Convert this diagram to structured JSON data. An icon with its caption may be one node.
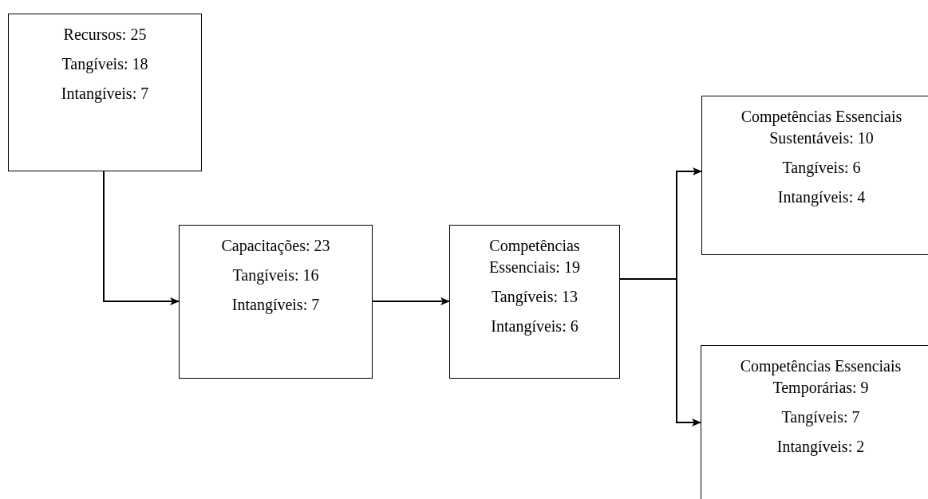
{
  "diagram": {
    "nodes": [
      {
        "text": [
          "Recursos: 25",
          "Tangíveis: 18",
          "Intangíveis: 7"
        ]
      },
      {
        "text": [
          "Capacitações: 23",
          "Tangíveis: 16",
          "Intangíveis: 7"
        ]
      },
      {
        "text": [
          "Competências Essenciais: 19",
          "Tangíveis: 13",
          "Intangíveis: 6"
        ]
      },
      {
        "text": [
          "Competências Essenciais Sustentáveis: 10",
          "Tangíveis: 6",
          "Intangíveis: 4"
        ]
      },
      {
        "text": [
          "Competências Essenciais Temporárias: 9",
          "Tangíveis: 7",
          "Intangíveis: 2"
        ]
      }
    ],
    "edges": [
      {
        "from": 0,
        "to": 1,
        "arrow": "to"
      },
      {
        "from": 1,
        "to": 2,
        "arrow": "to"
      },
      {
        "from": 2,
        "to": 3,
        "arrow": "to"
      },
      {
        "from": 2,
        "to": 4,
        "arrow": "to"
      }
    ]
  }
}
